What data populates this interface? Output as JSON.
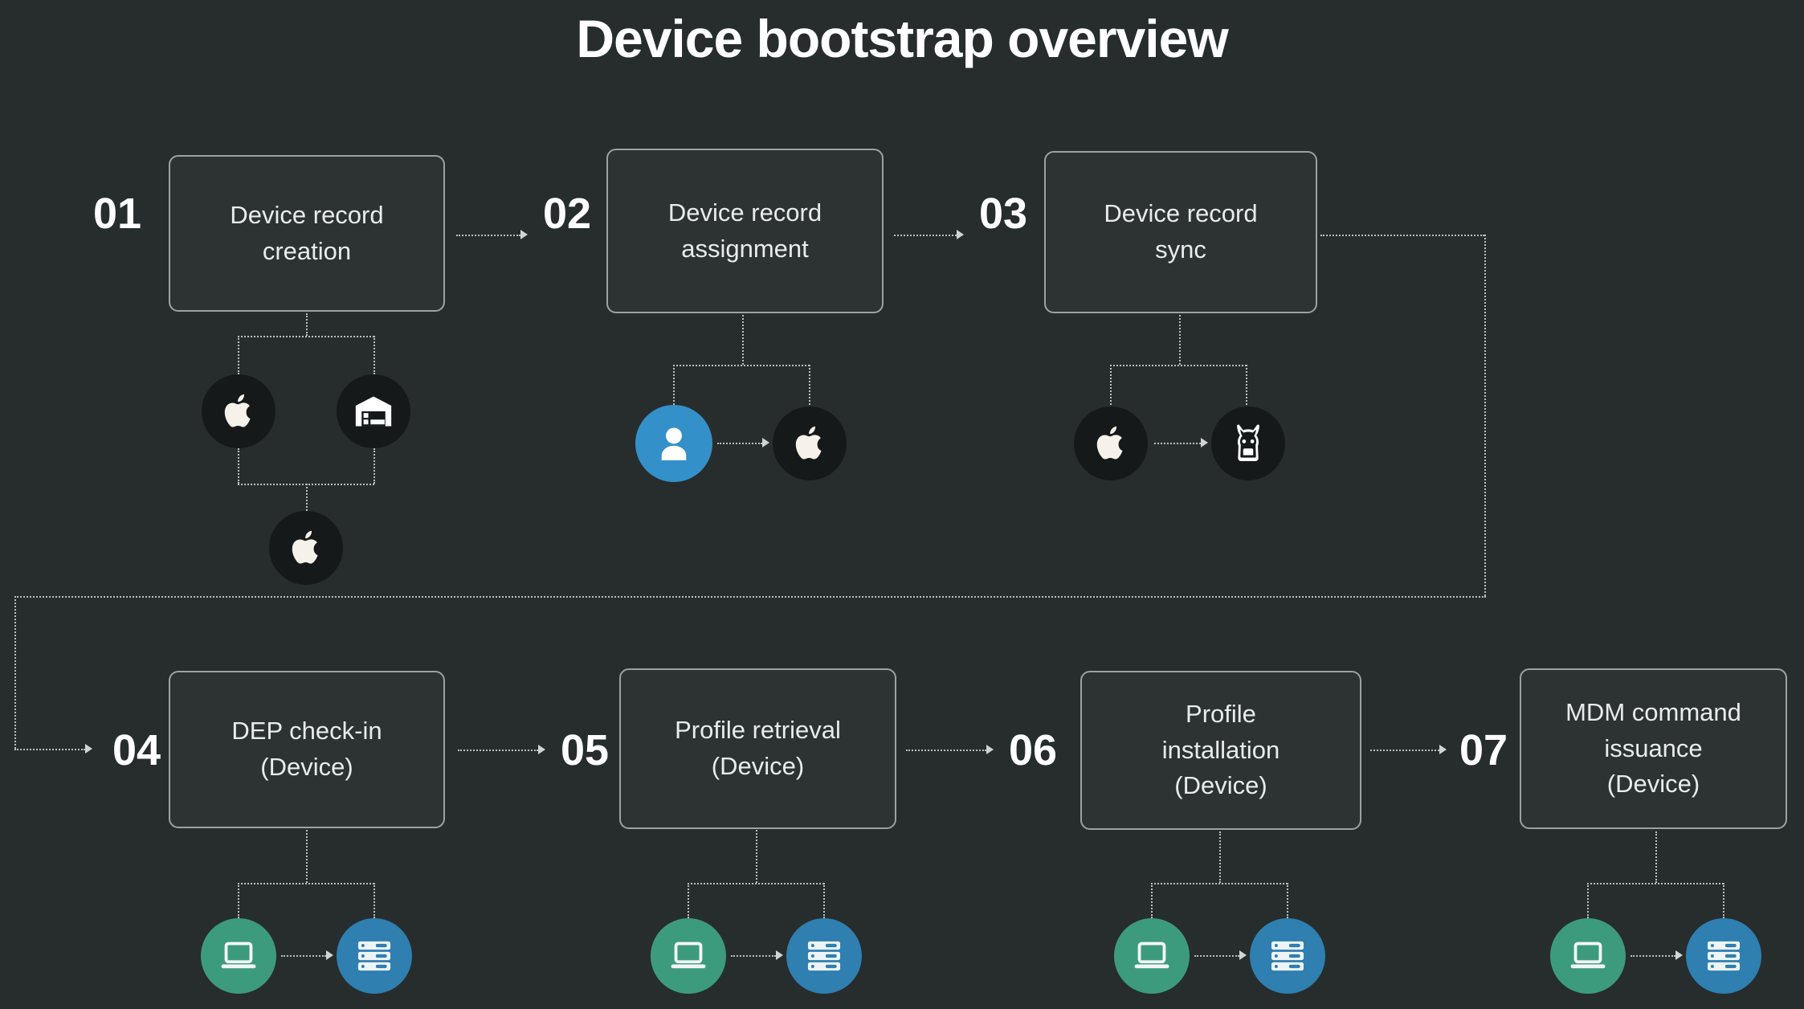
{
  "title": "Device bootstrap overview",
  "colors": {
    "background": "#272d2d",
    "box_fill": "#2c3332",
    "box_border": "#9aa3a2",
    "text": "#e8ecec",
    "number": "#ffffff",
    "connector": "#b9c0bf",
    "icon_dark": "#15191a",
    "icon_blue_user": "#3490c8",
    "icon_blue_server": "#2f7fb0",
    "icon_green_device": "#3d9b7d"
  },
  "steps": [
    {
      "number": "01",
      "label": "Device record\ncreation",
      "icons": [
        "apple-icon",
        "warehouse-icon",
        "apple-icon"
      ]
    },
    {
      "number": "02",
      "label": "Device record\nassignment",
      "icons": [
        "user-icon",
        "apple-icon"
      ]
    },
    {
      "number": "03",
      "label": "Device record\nsync",
      "icons": [
        "apple-icon",
        "jamf-dog-icon"
      ]
    },
    {
      "number": "04",
      "label": "DEP check-in\n(Device)",
      "icons": [
        "laptop-icon",
        "server-icon"
      ]
    },
    {
      "number": "05",
      "label": "Profile retrieval\n(Device)",
      "icons": [
        "laptop-icon",
        "server-icon"
      ]
    },
    {
      "number": "06",
      "label": "Profile\ninstallation\n(Device)",
      "icons": [
        "laptop-icon",
        "server-icon"
      ]
    },
    {
      "number": "07",
      "label": "MDM command\nissuance\n(Device)",
      "icons": [
        "laptop-icon",
        "server-icon"
      ]
    }
  ]
}
